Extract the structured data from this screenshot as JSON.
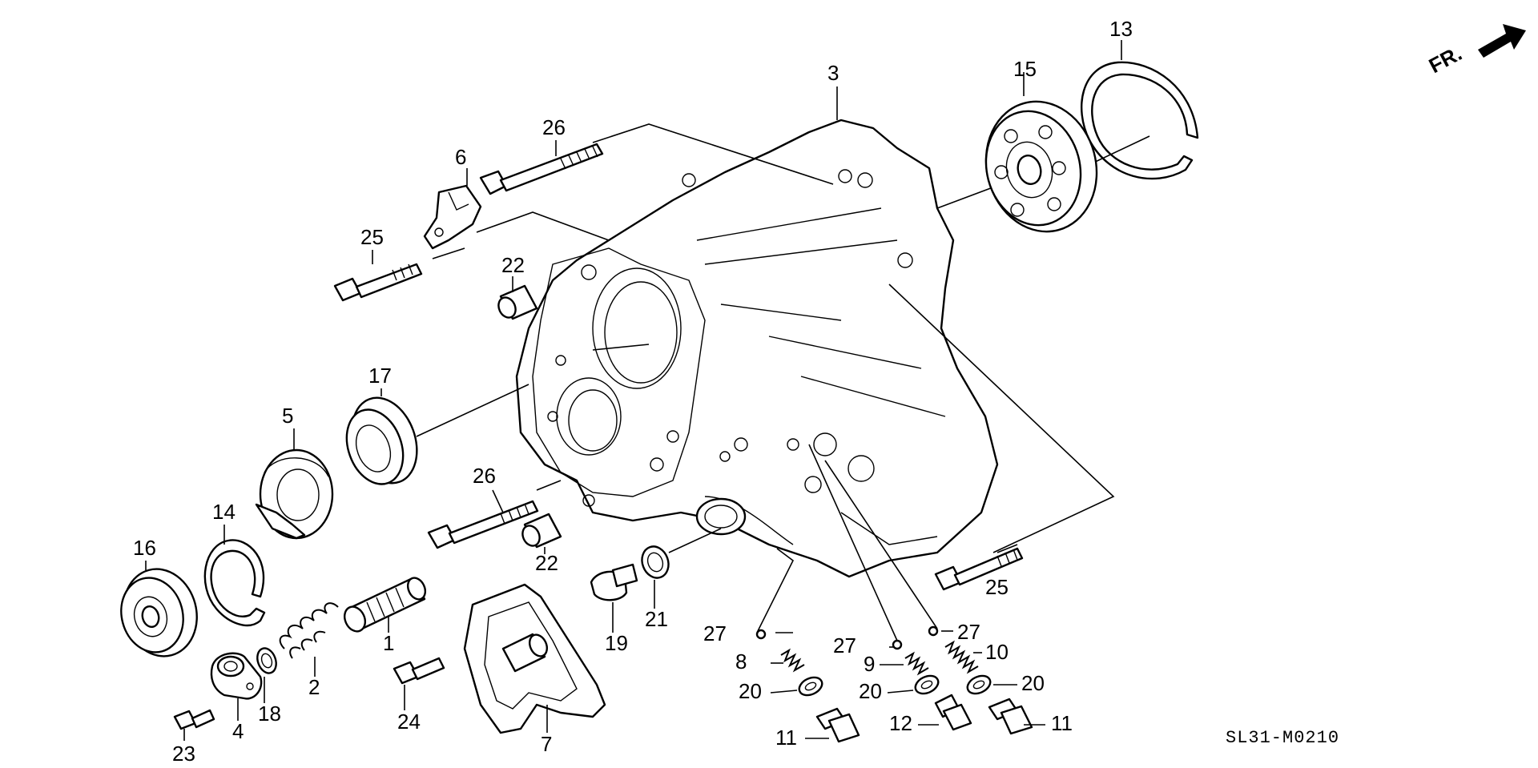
{
  "diagram_code": "SL31-M0210",
  "front_indicator": "FR.",
  "callouts": {
    "c1": "1",
    "c2": "2",
    "c3": "3",
    "c4": "4",
    "c5": "5",
    "c6": "6",
    "c7": "7",
    "c8": "8",
    "c9": "9",
    "c10": "10",
    "c11a": "11",
    "c11b": "11",
    "c12": "12",
    "c13": "13",
    "c14": "14",
    "c15": "15",
    "c16": "16",
    "c17": "17",
    "c18": "18",
    "c19": "19",
    "c20a": "20",
    "c20b": "20",
    "c20c": "20",
    "c21": "21",
    "c22a": "22",
    "c22b": "22",
    "c23": "23",
    "c24": "24",
    "c25a": "25",
    "c25b": "25",
    "c26a": "26",
    "c26b": "26",
    "c27a": "27",
    "c27b": "27",
    "c27c": "27"
  }
}
